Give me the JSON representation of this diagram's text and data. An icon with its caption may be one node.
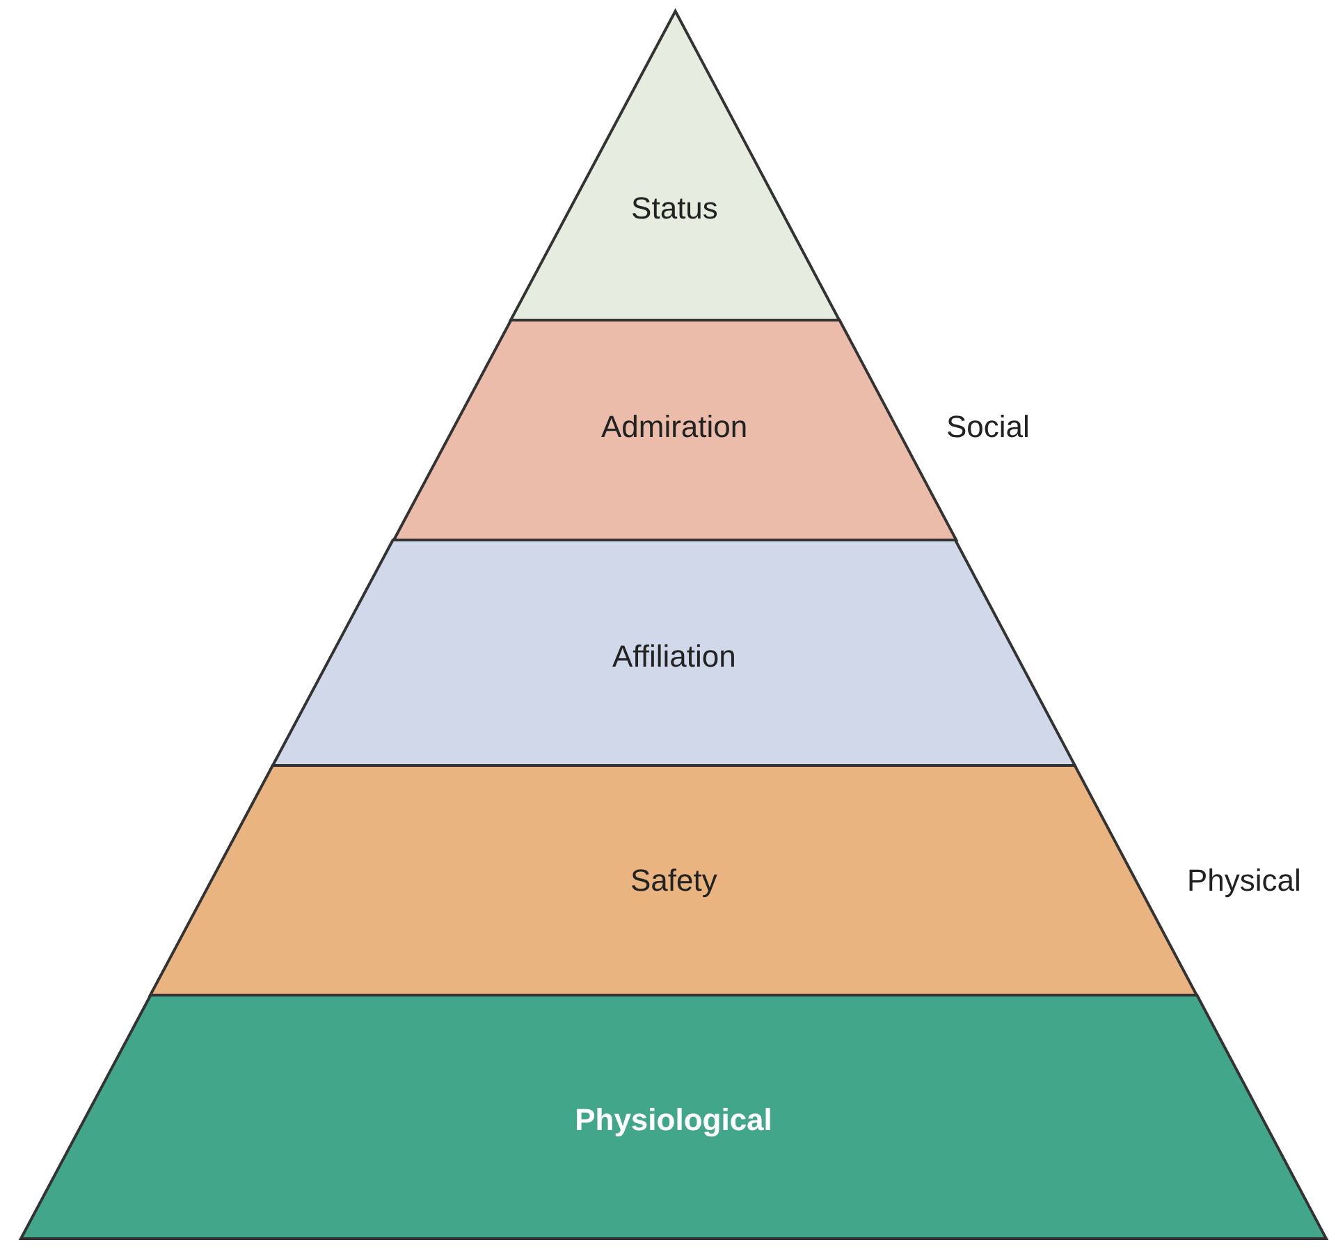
{
  "diagram": {
    "nodes": [
      {
        "text": [
          "Status"
        ]
      },
      {
        "text": [
          "Admiration"
        ]
      },
      {
        "text": [
          "Affiliation"
        ]
      },
      {
        "text": [
          "Safety"
        ]
      },
      {
        "text": [
          "Physiological"
        ]
      }
    ],
    "labels": [
      "Social",
      "Physical"
    ]
  }
}
